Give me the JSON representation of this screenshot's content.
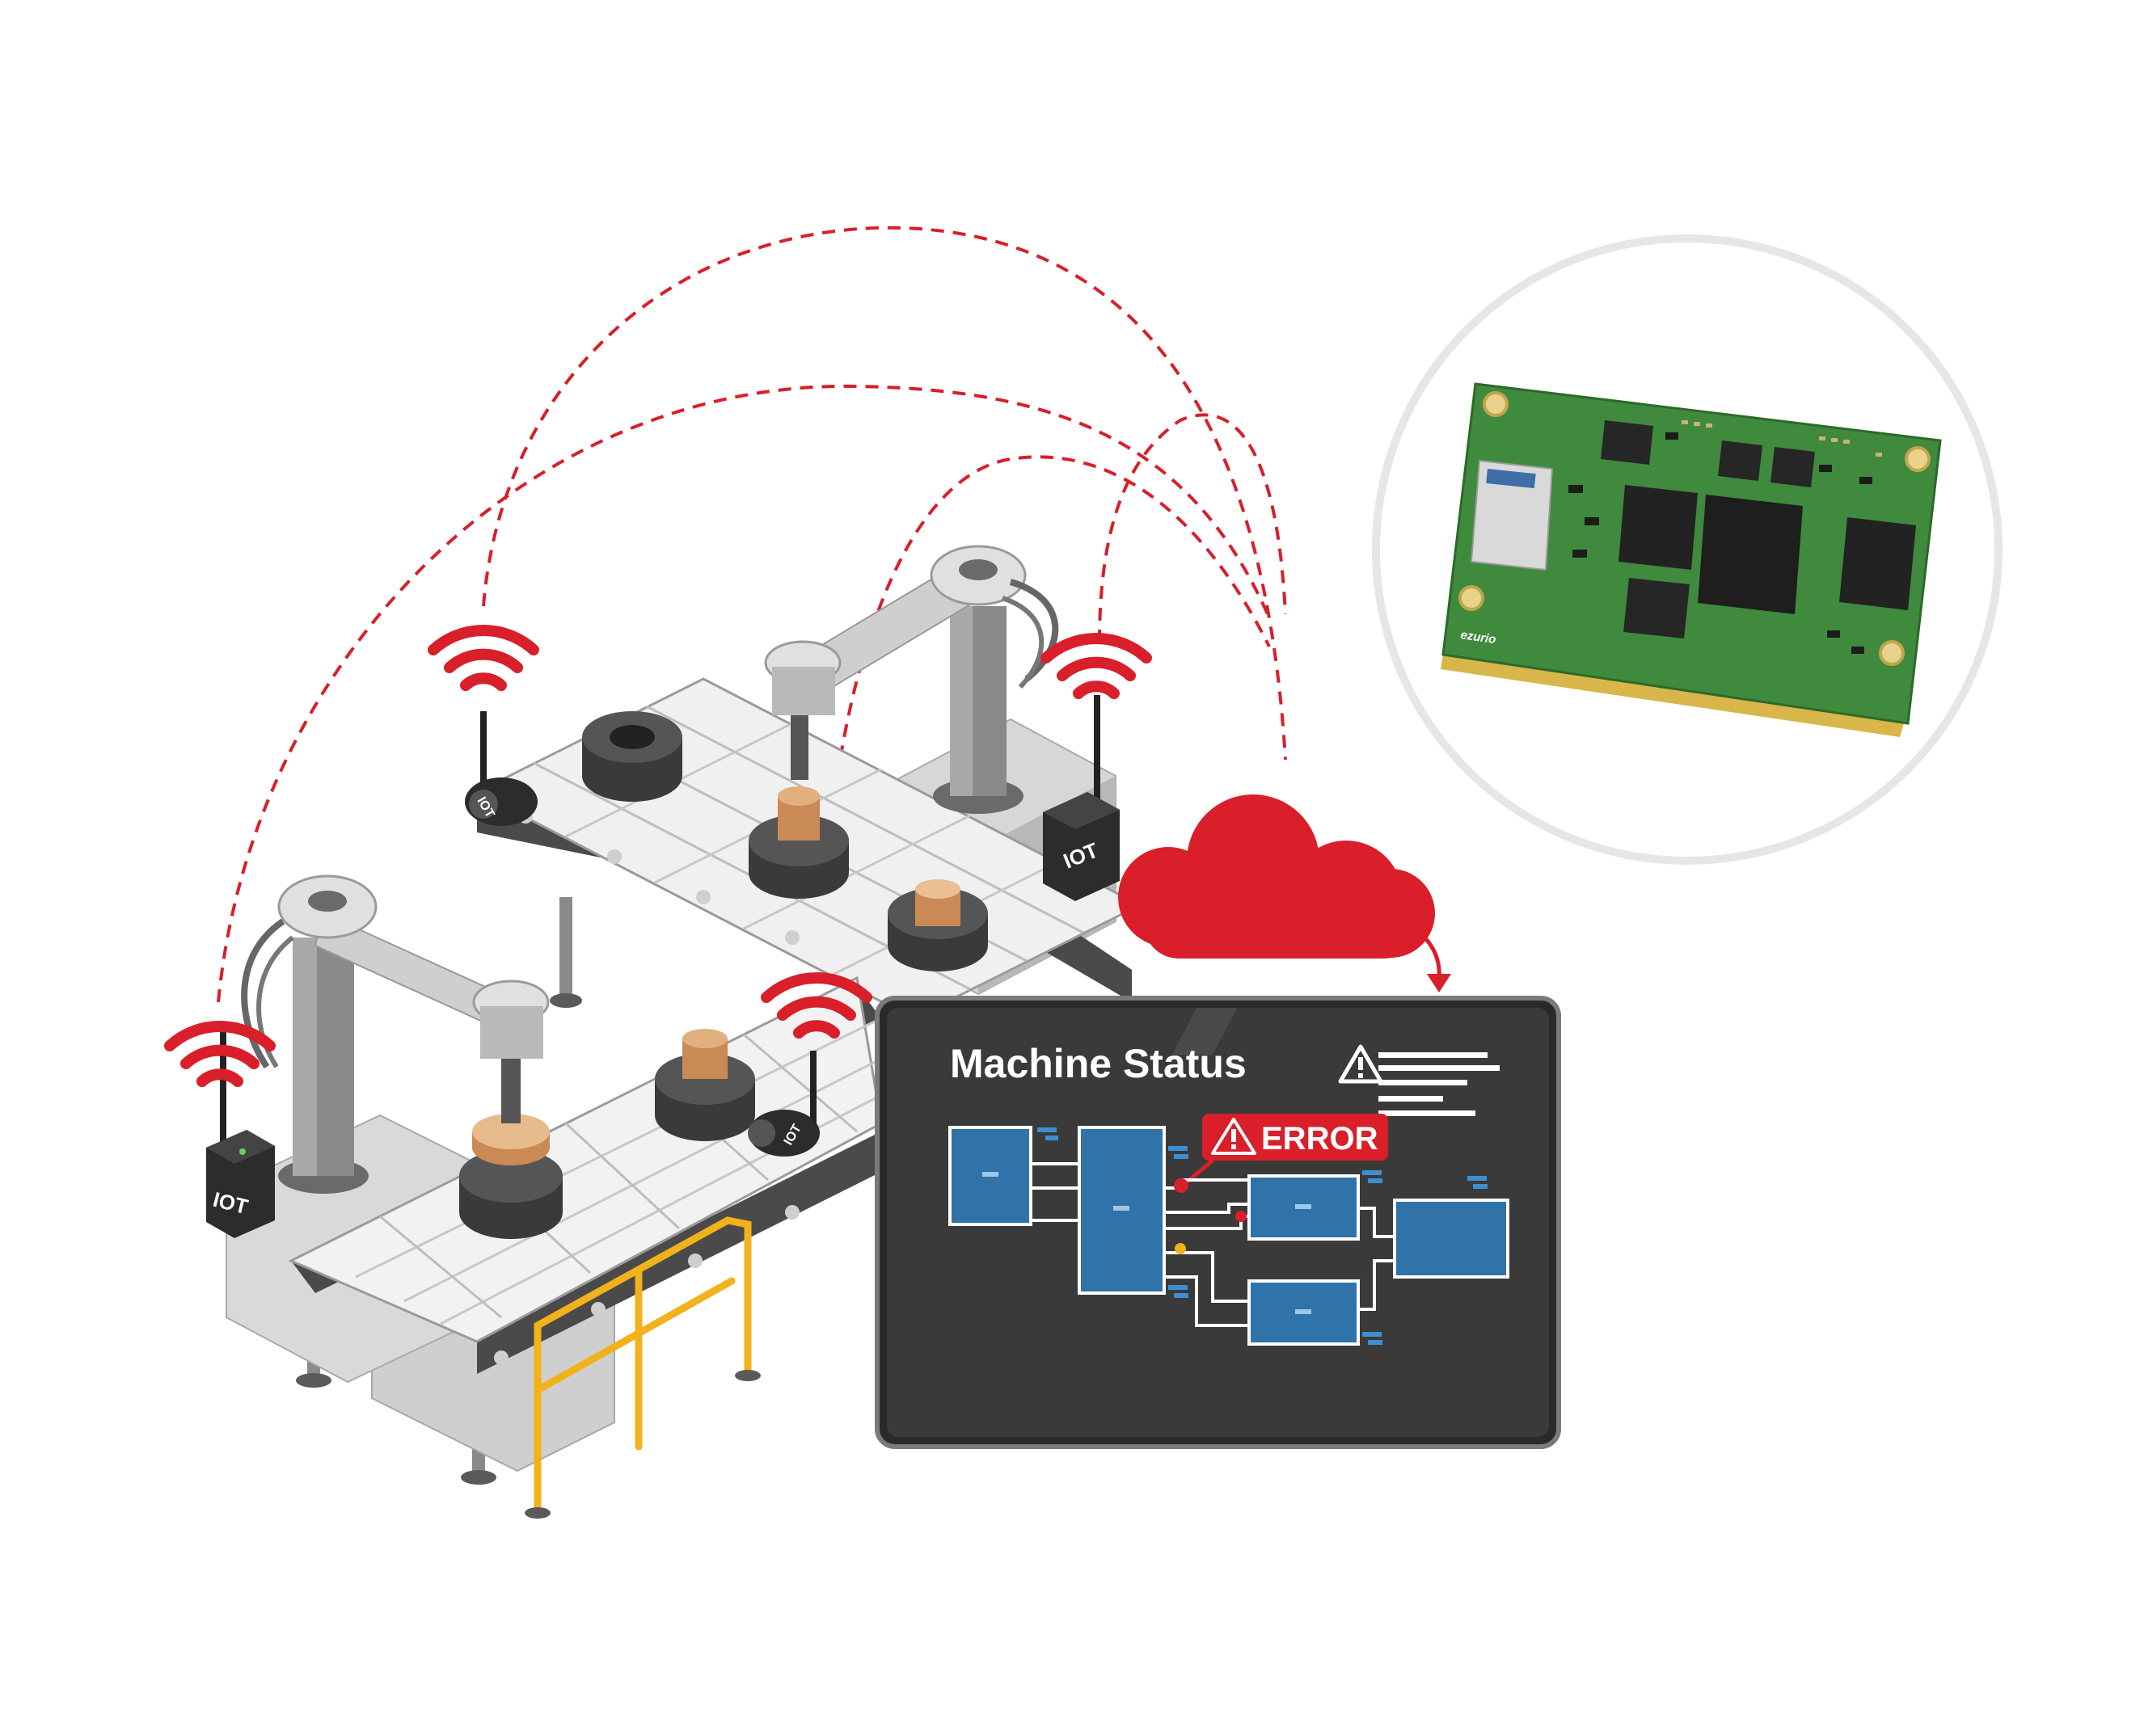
{
  "hmi": {
    "title": "Machine Status",
    "error_label": "ERROR"
  },
  "iot_boxes": [
    {
      "label": "IOT"
    },
    {
      "label": "IOT"
    }
  ],
  "camera_labels": [
    {
      "label": "IOT"
    },
    {
      "label": "IOT"
    }
  ],
  "module": {
    "brand": "ezurio"
  },
  "icons": {
    "warning": "warning-icon",
    "wifi": "wifi-icon",
    "cloud": "cloud-icon"
  },
  "colors": {
    "accent_red": "#d81f2a",
    "screen_bg": "#3a3a3a",
    "block_blue": "#2f73a8",
    "pcb_green": "#3f8a3c",
    "rail_yellow": "#f2b21c"
  }
}
